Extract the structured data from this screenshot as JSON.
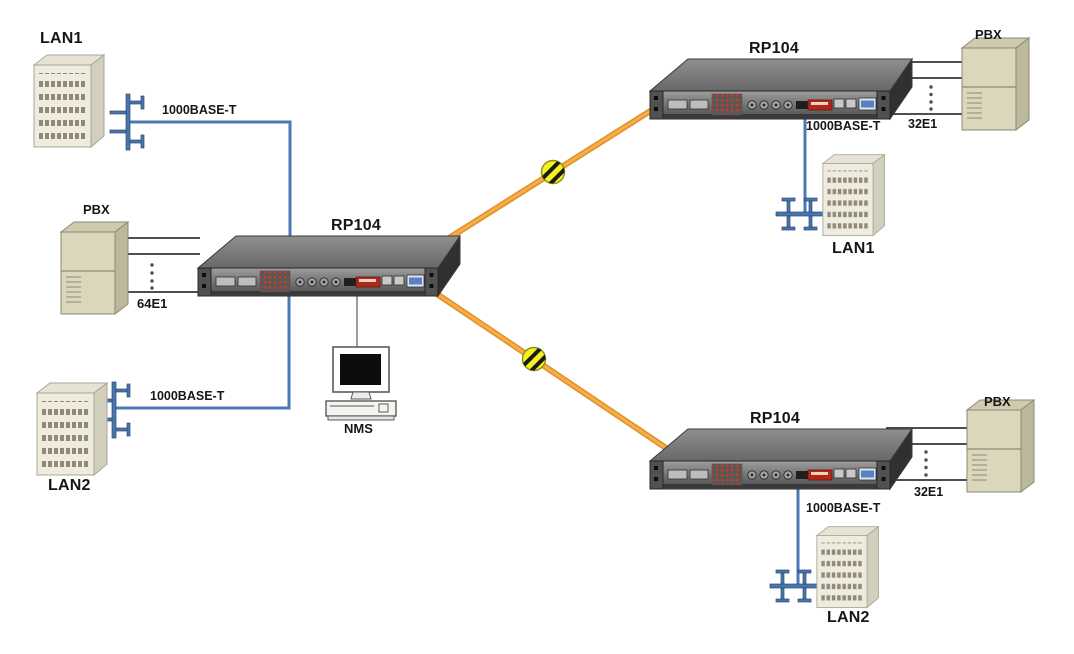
{
  "diagram": {
    "type": "network-topology",
    "background": "#ffffff",
    "colors": {
      "ethernet_link": "#4a79b5",
      "fiber_link": "#f0a03c",
      "fiber_node": "#f3f320",
      "e1_trunk": "#4f4f4f",
      "device_chassis": "#6a6a6a",
      "building": "#efecdf",
      "pbx": "#dbd7bd",
      "label_text": "#161616"
    },
    "labels": {
      "lan1_left": "LAN1",
      "ethernet_lan1_left": "1000BASE-T",
      "pbx_left": "PBX",
      "e1_left": "64E1",
      "rp104_center": "RP104",
      "nms": "NMS",
      "ethernet_lan2_left": "1000BASE-T",
      "lan2_left": "LAN2",
      "rp104_top_right": "RP104",
      "pbx_top_right": "PBX",
      "ethernet_lan1_right": "1000BASE-T",
      "e1_top_right": "32E1",
      "lan1_right": "LAN1",
      "rp104_bottom_right": "RP104",
      "pbx_bottom_right": "PBX",
      "ethernet_lan2_right": "1000BASE-T",
      "e1_bottom_right": "32E1",
      "lan2_right": "LAN2"
    },
    "links": [
      {
        "type": "1000BASE-T",
        "from": "LAN1 (left)",
        "to": "RP104 (center)"
      },
      {
        "type": "64E1",
        "from": "PBX (left)",
        "to": "RP104 (center)"
      },
      {
        "type": "1000BASE-T",
        "from": "LAN2 (left)",
        "to": "RP104 (center)"
      },
      {
        "type": "management",
        "from": "NMS",
        "to": "RP104 (center)"
      },
      {
        "type": "optical-fiber",
        "from": "RP104 (center)",
        "to": "RP104 (top right)"
      },
      {
        "type": "optical-fiber",
        "from": "RP104 (center)",
        "to": "RP104 (bottom right)"
      },
      {
        "type": "1000BASE-T",
        "from": "RP104 (top right)",
        "to": "LAN1 (right)"
      },
      {
        "type": "32E1",
        "from": "RP104 (top right)",
        "to": "PBX (top right)"
      },
      {
        "type": "1000BASE-T",
        "from": "RP104 (bottom right)",
        "to": "LAN2 (right)"
      },
      {
        "type": "32E1",
        "from": "RP104 (bottom right)",
        "to": "PBX (bottom right)"
      }
    ]
  }
}
